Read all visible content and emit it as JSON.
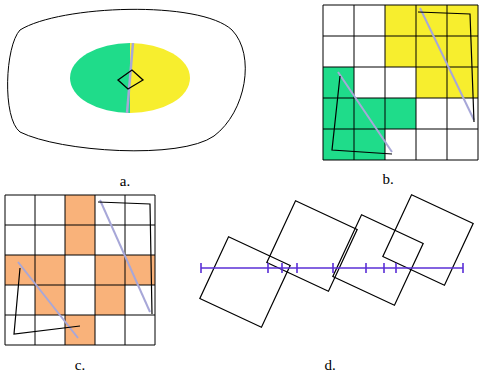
{
  "diagram": {
    "labels": [
      "a.",
      "b.",
      "c.",
      "d."
    ]
  }
}
